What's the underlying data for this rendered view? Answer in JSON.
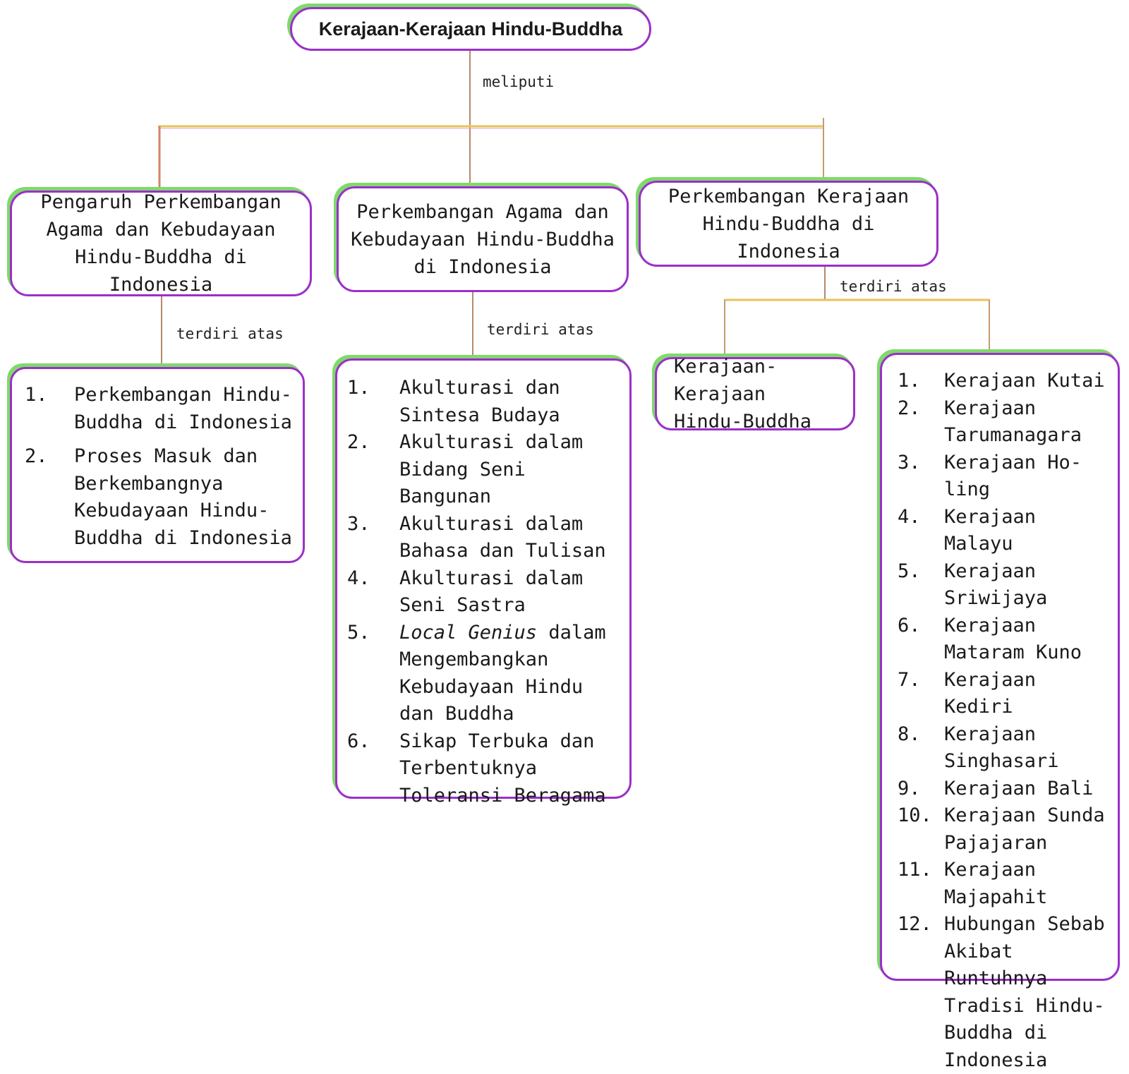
{
  "root": {
    "title": "Kerajaan-Kerajaan Hindu-Buddha"
  },
  "labels": {
    "meliputi": "meliputi",
    "terdiri_left": "terdiri atas",
    "terdiri_mid": "terdiri atas",
    "terdiri_right": "terdiri atas"
  },
  "nodes": {
    "pengaruh": "Pengaruh Perkembangan Agama dan Kebudayaan Hindu-Buddha di Indonesia",
    "agama": "Perkembangan Agama dan Kebudayaan Hindu-Buddha di Indonesia",
    "kerajaan": "Perkembangan Kerajaan Hindu-Buddha di Indonesia",
    "kerajaan_sub": "Kerajaan-Kerajaan Hindu-Buddha"
  },
  "list_a": [
    {
      "num": "1.",
      "text": "Perkembangan Hindu-Buddha di Indonesia"
    },
    {
      "num": "2.",
      "text": "Proses Masuk dan Berkembangnya Kebudayaan Hindu-Buddha di Indonesia"
    }
  ],
  "list_b": [
    {
      "num": "1.",
      "text": "Akulturasi dan Sintesa Budaya"
    },
    {
      "num": "2.",
      "text": "Akulturasi dalam Bidang Seni Bangunan"
    },
    {
      "num": "3.",
      "text": "Akulturasi dalam Bahasa dan Tulisan"
    },
    {
      "num": "4.",
      "text": "Akulturasi dalam Seni Sastra"
    },
    {
      "num": "5.",
      "text_italic": "Local Genius",
      "text": " dalam Mengembangkan Kebudayaan Hindu dan Buddha"
    },
    {
      "num": "6.",
      "text": "Sikap Terbuka dan Terbentuknya Toleransi Beragama"
    }
  ],
  "list_d": [
    {
      "num": "1.",
      "text": "Kerajaan Kutai"
    },
    {
      "num": "2.",
      "text": "Kerajaan Tarumanagara"
    },
    {
      "num": "3.",
      "text": "Kerajaan Ho-ling"
    },
    {
      "num": "4.",
      "text": "Kerajaan Malayu"
    },
    {
      "num": "5.",
      "text": "Kerajaan Sriwijaya"
    },
    {
      "num": "6.",
      "text": "Kerajaan Mataram Kuno"
    },
    {
      "num": "7.",
      "text": "Kerajaan Kediri"
    },
    {
      "num": "8.",
      "text": "Kerajaan Singhasari"
    },
    {
      "num": "9.",
      "text": "Kerajaan Bali"
    },
    {
      "num": "10.",
      "text": "Kerajaan Sunda Pajajaran"
    },
    {
      "num": "11.",
      "text": "Kerajaan Majapahit"
    },
    {
      "num": "12.",
      "text": "Hubungan Sebab Akibat Runtuhnya Tradisi Hindu-Buddha di Indonesia"
    }
  ],
  "colors": {
    "box_border": "#9b2fc9",
    "box_shadow": "#7fd96b",
    "connector_main": "#c69a6e",
    "connector_top": "#e9c15a"
  }
}
